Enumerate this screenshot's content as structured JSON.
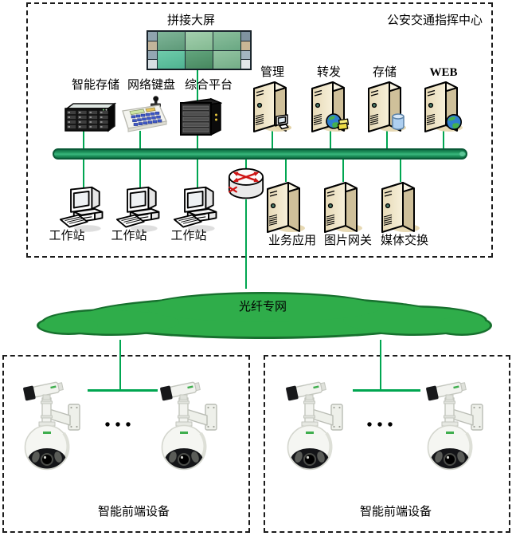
{
  "diagram": {
    "center_box": {
      "title": "公安交通指挥中心",
      "video_wall": {
        "label": "拼接大屏"
      },
      "devices": [
        {
          "label": "智能存储"
        },
        {
          "label": "网络键盘"
        },
        {
          "label": "综合平台"
        }
      ],
      "servers_top": [
        {
          "label": "管理",
          "badge": "computer"
        },
        {
          "label": "转发",
          "badge": "globe-cards"
        },
        {
          "label": "存储",
          "badge": "database"
        },
        {
          "label": "WEB",
          "badge": "globe"
        }
      ],
      "workstations": [
        {
          "label": "工作站"
        },
        {
          "label": "工作站"
        },
        {
          "label": "工作站"
        }
      ],
      "servers_bottom": [
        {
          "label": "业务应用"
        },
        {
          "label": "图片网关"
        },
        {
          "label": "媒体交换"
        }
      ]
    },
    "cloud": {
      "label": "光纤专网"
    },
    "front_end": [
      {
        "label": "智能前端设备",
        "ellipsis": "•••"
      },
      {
        "label": "智能前端设备",
        "ellipsis": "•••"
      }
    ]
  },
  "colors": {
    "connector_green": "#00A651",
    "bus_fill": "#27a066",
    "bus_border": "#0a5a37",
    "cloud_fill": "#2fad4a",
    "cloud_outline": "#17702e",
    "server_beige": "#eee3c4",
    "router_red": "#cf1414",
    "box_border": "#1c1c1c"
  }
}
